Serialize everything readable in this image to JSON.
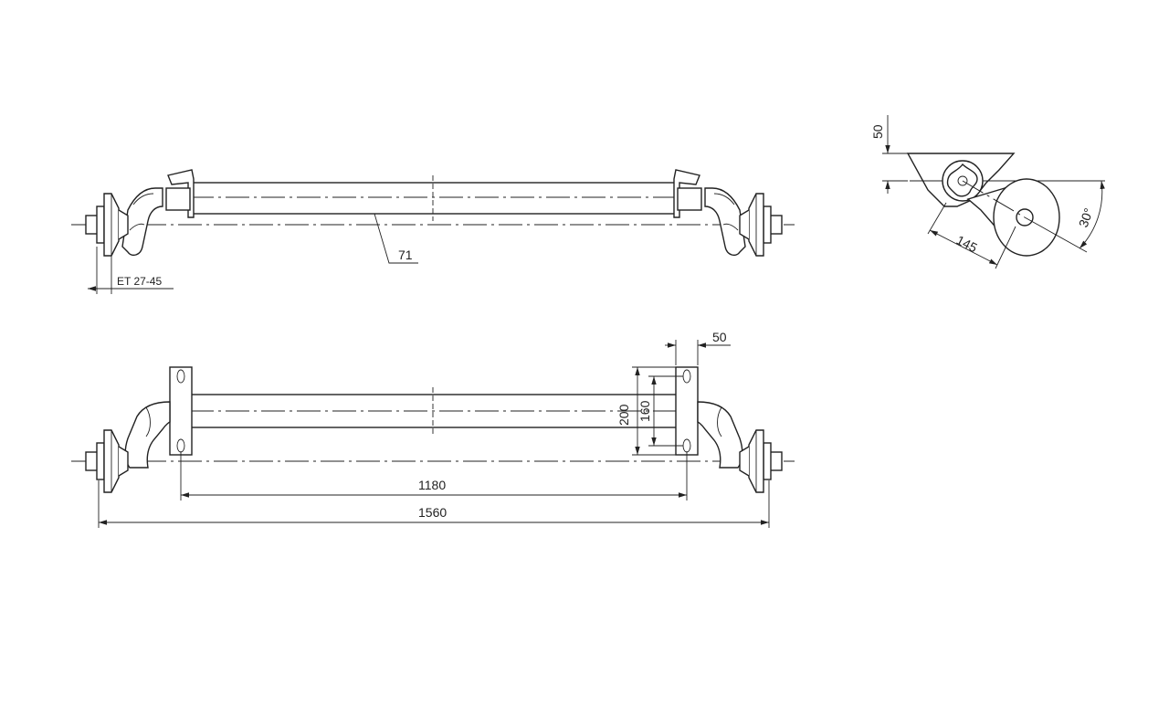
{
  "labels": {
    "tube_size": "71",
    "offset": "ET 27-45",
    "bracket_width": "50",
    "bracket_height_outer": "200",
    "bracket_height_inner": "160",
    "bracket_spacing": "1180",
    "total_width": "1560",
    "side_height": "50",
    "arm_length": "145",
    "arm_angle": "30°"
  },
  "colors": {
    "line": "#222222",
    "background": "#ffffff"
  }
}
